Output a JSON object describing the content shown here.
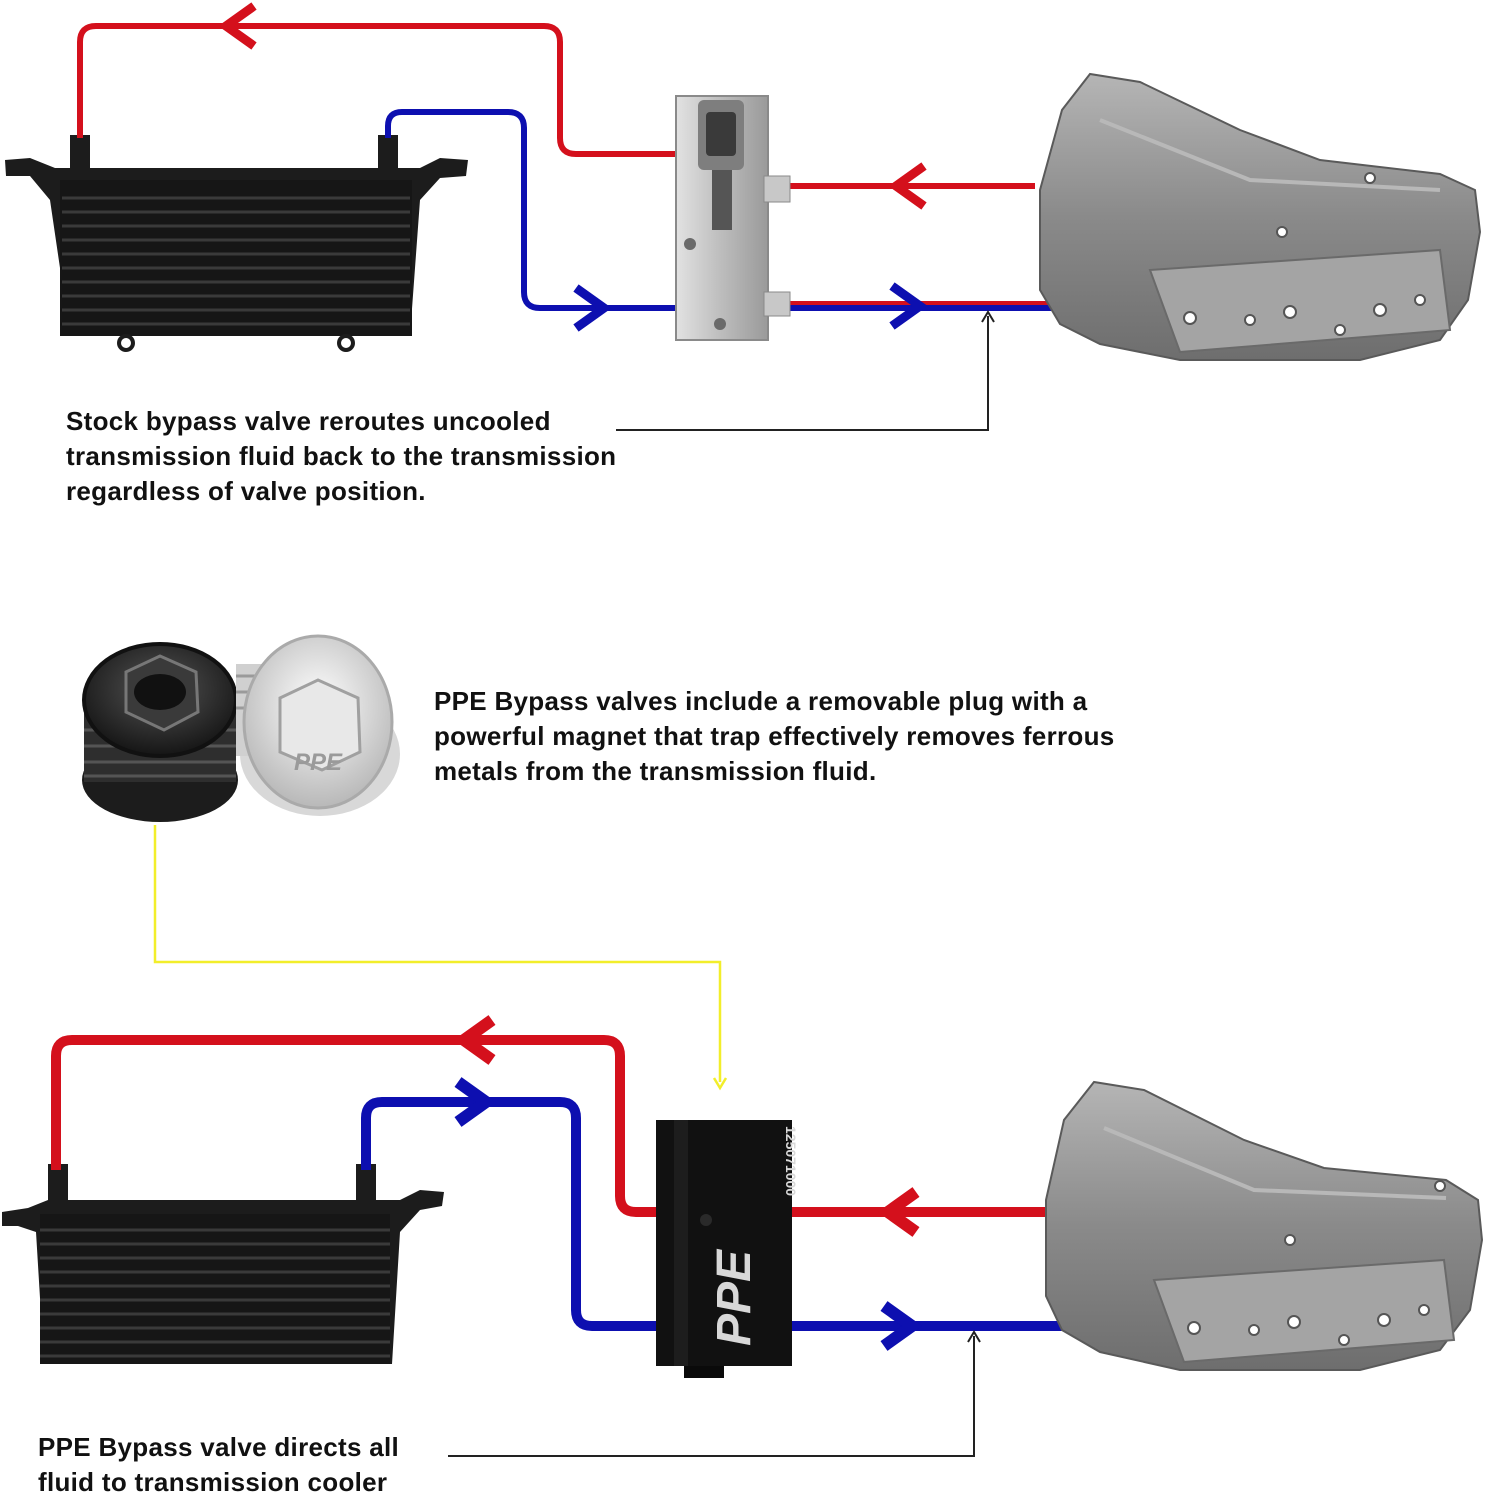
{
  "captions": {
    "stock_bypass": "Stock bypass valve reroutes uncooled\ntransmission fluid back to the transmission\nregardless of valve position.",
    "magnetic_plug": "PPE Bypass valves include a removable plug with a\npowerful magnet that trap effectively removes ferrous\nmetals from the transmission fluid.",
    "ppe_bypass": "PPE Bypass valve directs all\nfluid to transmission cooler"
  },
  "ppe_valve": {
    "part_number": "125071000",
    "logo_text": "PPE"
  },
  "plug": {
    "logo_text": "PPE"
  },
  "colors": {
    "hot_line": "#d4101c",
    "cool_line": "#0d0fb0",
    "pointer_line": "#f2ee2a",
    "callout_line": "#222222",
    "cooler_body": "#1c1c1c",
    "transmission_body": "#8e8e8e",
    "stock_valve_body": "#bdbdbd",
    "ppe_valve_body": "#111111"
  },
  "icons": {
    "flow_arrow_hot": "chevron-left-icon",
    "flow_arrow_cool": "chevron-right-icon"
  }
}
